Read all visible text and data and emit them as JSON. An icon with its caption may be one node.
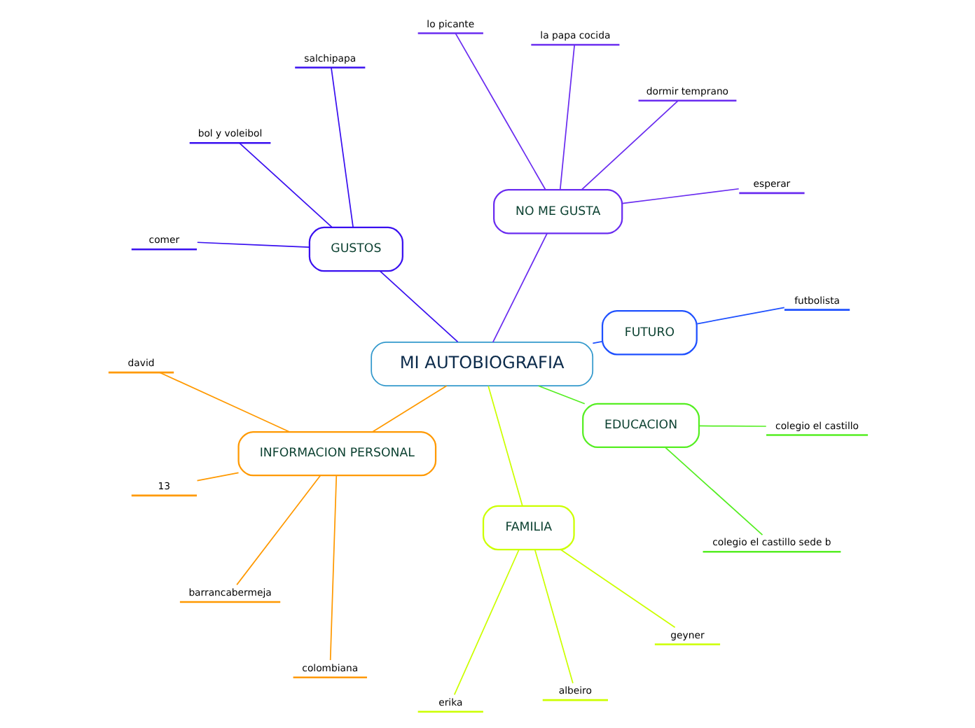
{
  "diagram": {
    "nodes": [
      {
        "text": [
          "MI AUTOBIOGRAFIA"
        ]
      },
      {
        "text": [
          "FUTURO"
        ]
      },
      {
        "text": [
          "futbolista"
        ]
      },
      {
        "text": [
          "NO ME GUSTA"
        ]
      },
      {
        "text": [
          "esperar"
        ]
      },
      {
        "text": [
          "dormir temprano"
        ]
      },
      {
        "text": [
          "la papa cocida"
        ]
      },
      {
        "text": [
          "lo picante"
        ]
      },
      {
        "text": [
          "GUSTOS"
        ]
      },
      {
        "text": [
          "salchipapa"
        ]
      },
      {
        "text": [
          "bol y voleibol"
        ]
      },
      {
        "text": [
          "comer"
        ]
      },
      {
        "text": [
          "INFORMACION PERSONAL"
        ]
      },
      {
        "text": [
          "david"
        ]
      },
      {
        "text": [
          "13"
        ]
      },
      {
        "text": [
          "barrancabermeja"
        ]
      },
      {
        "text": [
          "colombiana"
        ]
      },
      {
        "text": [
          "FAMILIA"
        ]
      },
      {
        "text": [
          "erika"
        ]
      },
      {
        "text": [
          "albeiro"
        ]
      },
      {
        "text": [
          "geyner"
        ]
      },
      {
        "text": [
          "EDUCACION"
        ]
      },
      {
        "text": [
          "colegio el castillo sede b"
        ]
      },
      {
        "text": [
          "colegio el castillo"
        ]
      }
    ],
    "edges": [
      {
        "from": 0,
        "to": 1,
        "arrow": "none",
        "color": "#1e50ff"
      },
      {
        "from": 1,
        "to": 2,
        "arrow": "none",
        "color": "#1e50ff"
      },
      {
        "from": 0,
        "to": 3,
        "arrow": "none",
        "color": "#6a2cf0"
      },
      {
        "from": 3,
        "to": 4,
        "arrow": "none",
        "color": "#6a2cf0"
      },
      {
        "from": 3,
        "to": 5,
        "arrow": "none",
        "color": "#6a2cf0"
      },
      {
        "from": 3,
        "to": 6,
        "arrow": "none",
        "color": "#6a2cf0"
      },
      {
        "from": 3,
        "to": 7,
        "arrow": "none",
        "color": "#6a2cf0"
      },
      {
        "from": 0,
        "to": 8,
        "arrow": "none",
        "color": "#3a10f0"
      },
      {
        "from": 8,
        "to": 9,
        "arrow": "none",
        "color": "#3a10f0"
      },
      {
        "from": 8,
        "to": 10,
        "arrow": "none",
        "color": "#3a10f0"
      },
      {
        "from": 8,
        "to": 11,
        "arrow": "none",
        "color": "#3a10f0"
      },
      {
        "from": 0,
        "to": 12,
        "arrow": "none",
        "color": "#ff9900"
      },
      {
        "from": 12,
        "to": 13,
        "arrow": "none",
        "color": "#ff9900"
      },
      {
        "from": 12,
        "to": 14,
        "arrow": "none",
        "color": "#ff9900"
      },
      {
        "from": 12,
        "to": 15,
        "arrow": "none",
        "color": "#ff9900"
      },
      {
        "from": 12,
        "to": 16,
        "arrow": "none",
        "color": "#ff9900"
      },
      {
        "from": 0,
        "to": 17,
        "arrow": "none",
        "color": "#ccff00"
      },
      {
        "from": 17,
        "to": 18,
        "arrow": "none",
        "color": "#ccff00"
      },
      {
        "from": 17,
        "to": 19,
        "arrow": "none",
        "color": "#ccff00"
      },
      {
        "from": 17,
        "to": 20,
        "arrow": "none",
        "color": "#ccff00"
      },
      {
        "from": 0,
        "to": 21,
        "arrow": "none",
        "color": "#55ee22"
      },
      {
        "from": 21,
        "to": 22,
        "arrow": "none",
        "color": "#55ee22"
      },
      {
        "from": 21,
        "to": 23,
        "arrow": "none",
        "color": "#55ee22"
      }
    ]
  }
}
